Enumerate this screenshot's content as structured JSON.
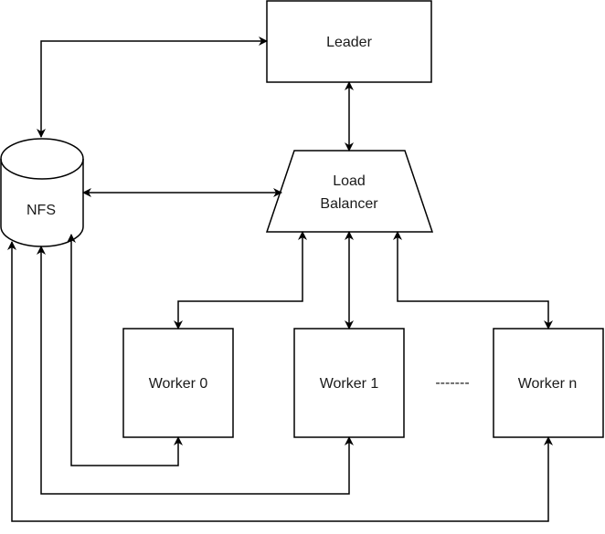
{
  "nodes": {
    "leader": {
      "label": "Leader"
    },
    "nfs": {
      "label": "NFS"
    },
    "load_balancer": {
      "label_line1": "Load",
      "label_line2": "Balancer"
    },
    "worker0": {
      "label": "Worker 0"
    },
    "worker1": {
      "label": "Worker 1"
    },
    "workern": {
      "label": "Worker n"
    }
  },
  "connectors": {
    "ellipsis": "-------"
  }
}
